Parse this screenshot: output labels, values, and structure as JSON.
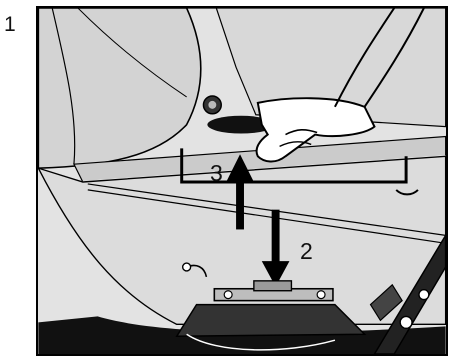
{
  "step": {
    "number": "1"
  },
  "callouts": {
    "lift": "3",
    "lower": "2"
  },
  "colors": {
    "body_panel": "#cfcfcf",
    "body_panel_light": "#e6e6e6",
    "floor": "#111111",
    "outline": "#000000",
    "highlight": "#ffffff"
  },
  "icons": {
    "arrow_up": "arrow-up-icon",
    "arrow_down": "arrow-down-icon",
    "hand": "hand-icon",
    "jack": "scissor-jack-icon"
  }
}
